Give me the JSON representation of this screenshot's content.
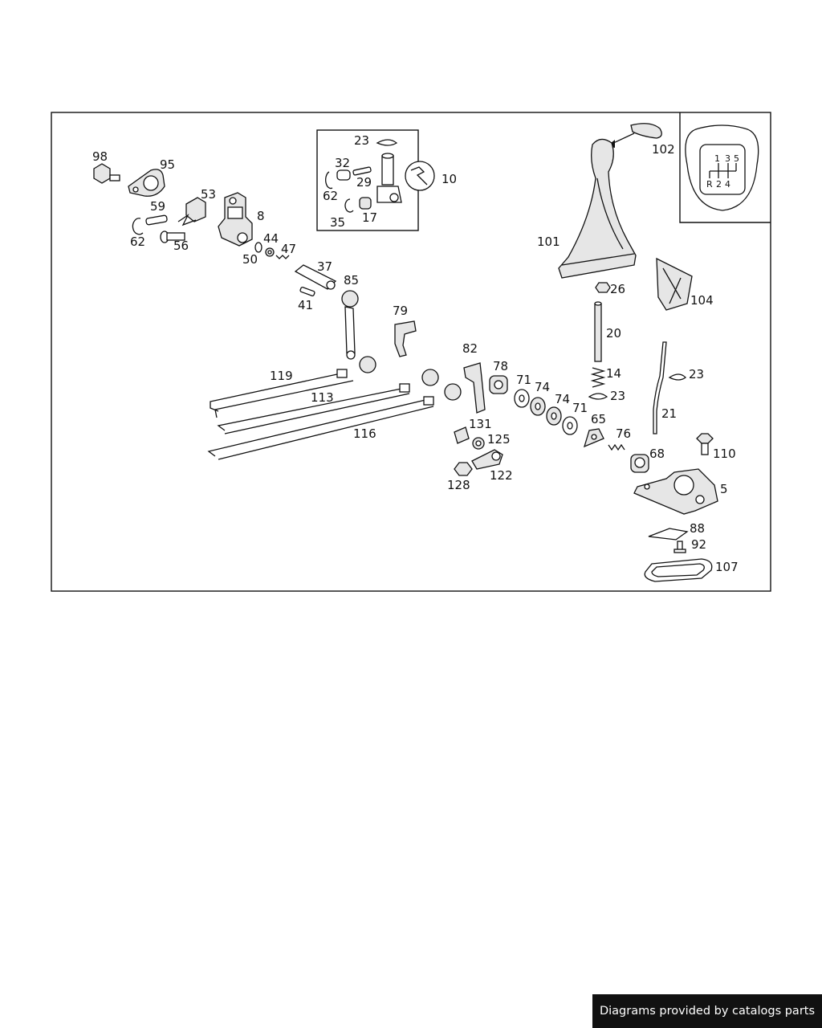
{
  "labels": {
    "l98": "98",
    "l95": "95",
    "l59": "59",
    "l53": "53",
    "l8": "8",
    "l62a": "62",
    "l56": "56",
    "l50": "50",
    "l44": "44",
    "l47": "47",
    "l37": "37",
    "l41": "41",
    "l85": "85",
    "l23a": "23",
    "l32": "32",
    "l29": "29",
    "l62b": "62",
    "l10": "10",
    "l35": "35",
    "l17": "17",
    "l102": "102",
    "l101": "101",
    "l26": "26",
    "l104": "104",
    "l20": "20",
    "l14": "14",
    "l23b": "23",
    "l23c": "23",
    "l21": "21",
    "l79": "79",
    "l119": "119",
    "l113": "113",
    "l116": "116",
    "l82": "82",
    "l78": "78",
    "l71a": "71",
    "l74a": "74",
    "l74b": "74",
    "l71b": "71",
    "l65": "65",
    "l76": "76",
    "l68": "68",
    "l110": "110",
    "l5": "5",
    "l131": "131",
    "l125": "125",
    "l122": "122",
    "l128": "128",
    "l88": "88",
    "l92": "92",
    "l107": "107"
  },
  "shift_pattern": {
    "top": [
      "1",
      "3",
      "5"
    ],
    "bottom": [
      "R",
      "2",
      "4"
    ]
  },
  "footer": "Diagrams provided by catalogs parts"
}
